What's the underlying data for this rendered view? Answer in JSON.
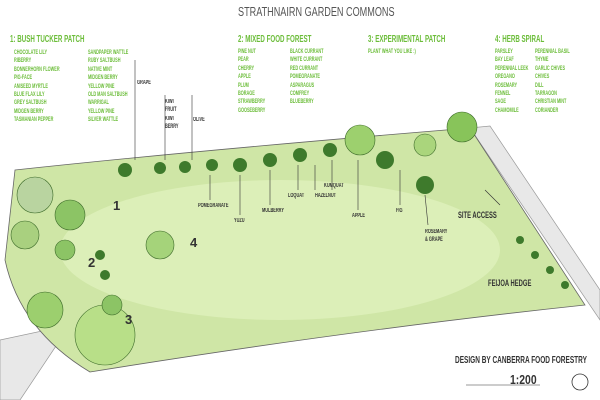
{
  "title": "Strathnairn Garden Commons",
  "sections": [
    {
      "heading": "1: Bush Tucker Patch",
      "col1": [
        "Chocolate lily",
        "Riberry",
        "Bonnerhorn flower",
        "Pig-face",
        "Aniseed myrtle",
        "Blue flax lily",
        "Grey saltbush",
        "Midgen berry",
        "Tasmanian pepper"
      ],
      "col2": [
        "Sandpaper wattle",
        "Ruby saltbush",
        "Native mint",
        "Midgen berry",
        "Yellow pine",
        "Old man saltbush",
        "Warrigal",
        "Yellow pine",
        "Silver wattle"
      ]
    },
    {
      "heading": "2: Mixed Food Forest",
      "col1": [
        "Pine nut",
        "Pear",
        "Cherry",
        "Apple",
        "Plum",
        "Borage",
        "Strawberry",
        "Gooseberry"
      ],
      "col2": [
        "Black currant",
        "White currant",
        "Red currant",
        "Pomegranate",
        "Asparagus",
        "Comfrey",
        "Blueberry"
      ]
    },
    {
      "heading": "3: Experimental Patch",
      "col1": [
        "Plant what you like :)"
      ]
    },
    {
      "heading": "4: Herb Spiral",
      "col1": [
        "Parsley",
        "Bay leaf",
        "Perennial leek",
        "Oregano",
        "Rosemary",
        "Fennel",
        "Sage",
        "Chamomile"
      ],
      "col2": [
        "Perennial basil",
        "Thyme",
        "Garlic chives",
        "Chives",
        "Dill",
        "Tarragon",
        "Christian mint",
        "Coriander"
      ]
    }
  ],
  "map_labels": {
    "grape": "Grape",
    "kiwi_fruit": "Kiwi fruit",
    "kiwi_berry": "Kiwi berry",
    "olive": "Olive",
    "pomegranate": "Pomegranate",
    "yuzu": "Yuzu",
    "mulberry": "Mulberry",
    "loquat": "Loquat",
    "hazelnut": "Hazelnut",
    "kumquat": "Kumquat",
    "apple": "Apple",
    "fig": "Fig",
    "rosemary_grape": "Rosemary & Grape",
    "site_access": "Site access",
    "feijoa_hedge": "Feijoa hedge"
  },
  "zone_numbers": [
    "1",
    "2",
    "3",
    "4"
  ],
  "credit": "Design by Canberra Food Forestry",
  "scale": "1:200"
}
